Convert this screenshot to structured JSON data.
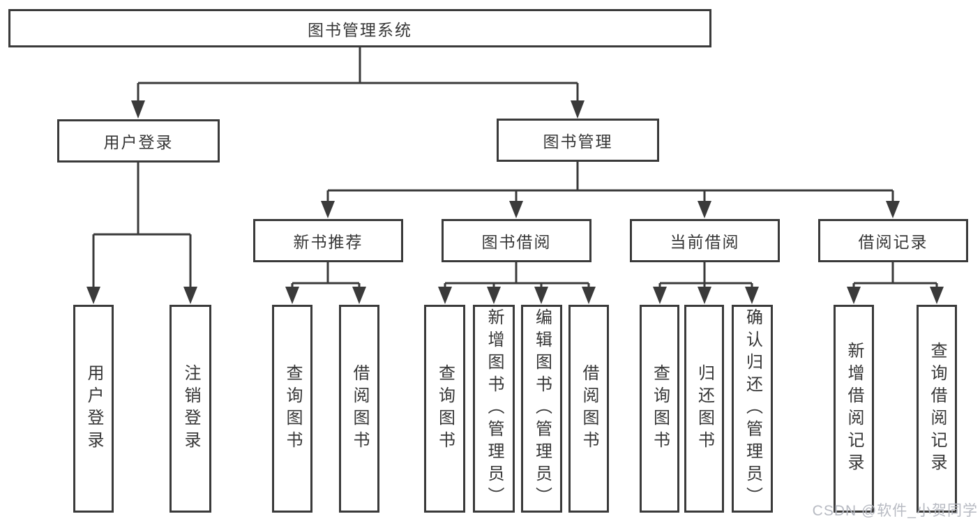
{
  "diagram": {
    "type": "hierarchy-tree",
    "tree": {
      "root": {
        "label": "图书管理系统"
      },
      "branches": [
        {
          "label": "用户登录",
          "children": [
            {
              "label": "用户登录"
            },
            {
              "label": "注销登录"
            }
          ]
        },
        {
          "label": "图书管理",
          "children": [
            {
              "label": "新书推荐",
              "children": [
                {
                  "label": "查询图书"
                },
                {
                  "label": "借阅图书"
                }
              ]
            },
            {
              "label": "图书借阅",
              "children": [
                {
                  "label": "查询图书"
                },
                {
                  "label": "新增图书（管理员）"
                },
                {
                  "label": "编辑图书（管理员）"
                },
                {
                  "label": "借阅图书"
                }
              ]
            },
            {
              "label": "当前借阅",
              "children": [
                {
                  "label": "查询图书"
                },
                {
                  "label": "归还图书"
                },
                {
                  "label": "确认归还（管理员）"
                }
              ]
            },
            {
              "label": "借阅记录",
              "children": [
                {
                  "label": "新增借阅记录"
                },
                {
                  "label": "查询借阅记录"
                }
              ]
            }
          ]
        }
      ]
    },
    "watermark": {
      "text": "CSDN @软件_小贺同学",
      "color": "#b7bac2"
    },
    "colors": {
      "line": "#3a3a3a",
      "box_border": "#3a3a3a",
      "text": "#363636",
      "background": "#ffffff"
    }
  }
}
